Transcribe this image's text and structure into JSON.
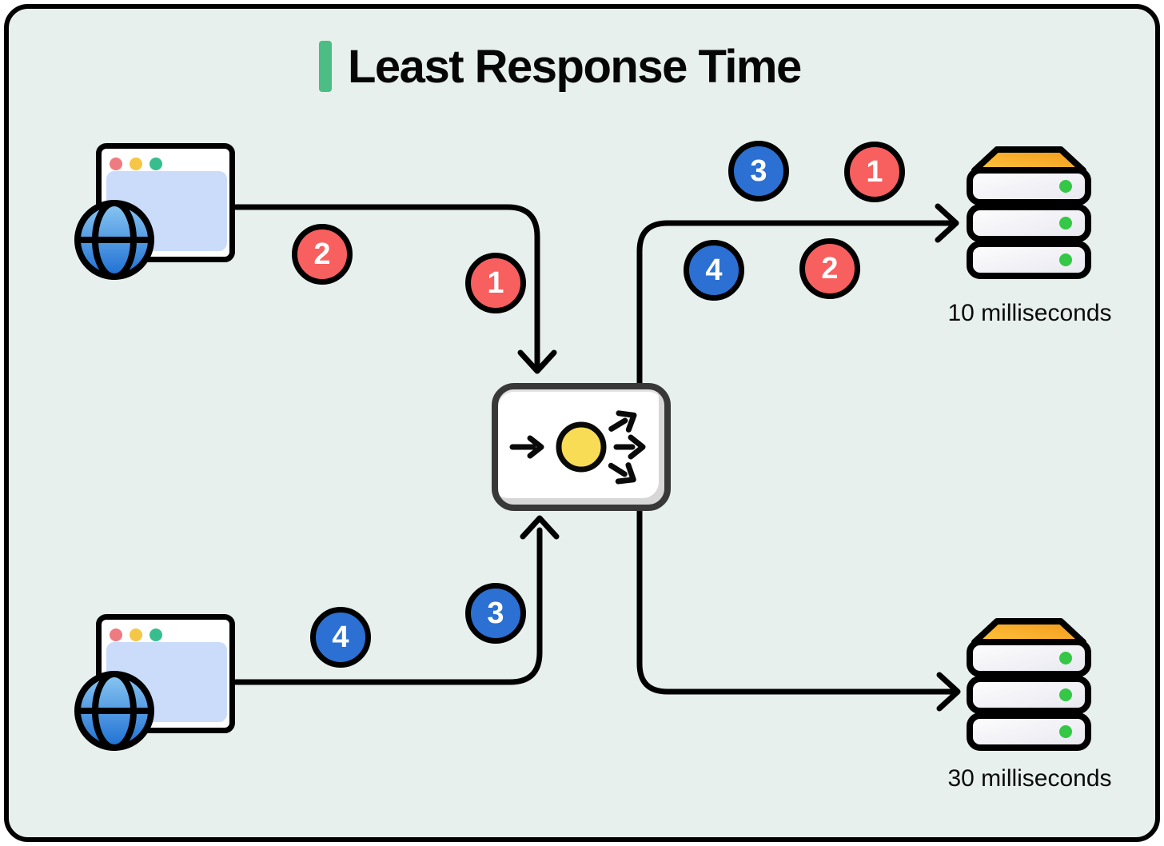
{
  "title": {
    "text": "Least Response Time"
  },
  "palette": {
    "background": "#E7F0EC",
    "accent_green": "#4CBD84",
    "line_black": "#000000",
    "badge_red": "#F85F5F",
    "badge_blue": "#2B70D2",
    "balancer_dot_yellow": "#F8DC55",
    "server_cap_orange": "#F6A21F",
    "server_led_green": "#35C746",
    "window_content_blue": "#CBDCFB",
    "window_dot_red": "#EE7B80",
    "window_dot_yellow": "#F6C647",
    "window_dot_green": "#38BE8E"
  },
  "clients": [
    {
      "name": "client-1",
      "icon": "browser-window-with-globe"
    },
    {
      "name": "client-2",
      "icon": "browser-window-with-globe"
    }
  ],
  "load_balancer": {
    "name": "load-balancer",
    "icon": "fan-out-distributor"
  },
  "servers": [
    {
      "name": "server-1",
      "label": "10 milliseconds"
    },
    {
      "name": "server-2",
      "label": "30 milliseconds"
    }
  ],
  "request_markers": {
    "client1_path": [
      {
        "value": "2",
        "color": "red"
      },
      {
        "value": "1",
        "color": "red"
      }
    ],
    "client2_path": [
      {
        "value": "4",
        "color": "blue"
      },
      {
        "value": "3",
        "color": "blue"
      }
    ],
    "server1_path": [
      {
        "value": "3",
        "color": "blue"
      },
      {
        "value": "1",
        "color": "red"
      },
      {
        "value": "4",
        "color": "blue"
      },
      {
        "value": "2",
        "color": "red"
      }
    ]
  }
}
